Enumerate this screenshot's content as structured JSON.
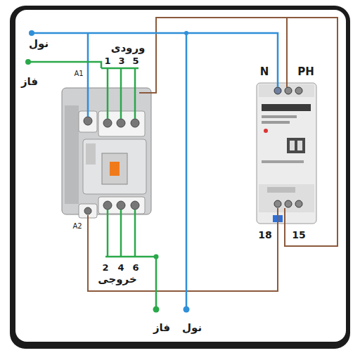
{
  "diagram": {
    "labels": [
      "نول",
      "ورودی",
      "فاز",
      "A1",
      "1",
      "3",
      "5",
      "N",
      "PH",
      "A2",
      "18",
      "15",
      "2",
      "4",
      "6",
      "خروجی",
      "فاز",
      "نول"
    ]
  }
}
